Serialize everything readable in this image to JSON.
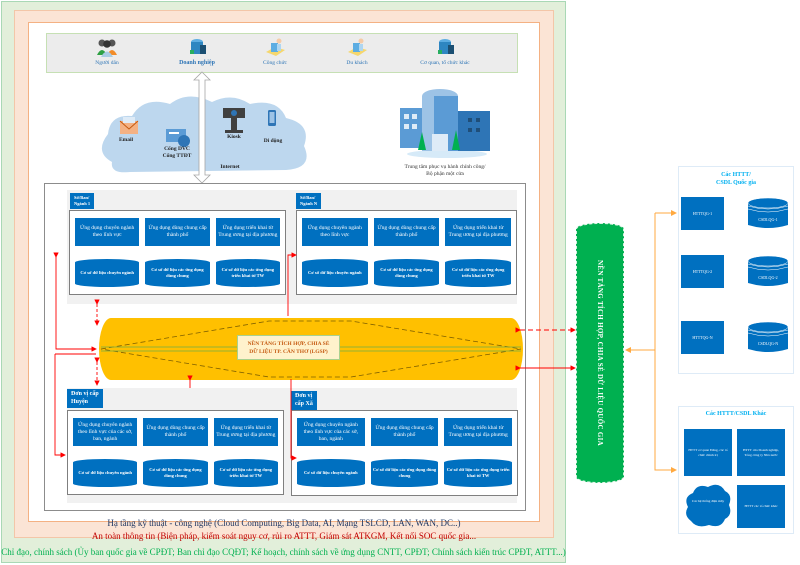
{
  "frames": {
    "infra_label": "Hạ tầng kỹ thuật - công nghệ (Cloud Computing, Big Data, AI, Mạng TSLCD, LAN, WAN, DC..)",
    "security_label": "An toàn thông tin (Biện pháp, kiểm soát nguy cơ, rủi ro ATTT, Giám sát ATKGM, Kết nối SOC quốc gia...",
    "policy_label": "Chỉ đạo, chính sách (Ủy ban quốc gia về CPĐT; Ban chỉ đạo CQĐT; Kế hoạch, chính sách về ứng dụng CNTT, CPĐT; Chính sách kiến trúc CPĐT, ATTT...)"
  },
  "actors": [
    {
      "label": "Người dân",
      "icon": "people-icon"
    },
    {
      "label": "Doanh nghiệp",
      "icon": "building-icon"
    },
    {
      "label": "Công chức",
      "icon": "officer-icon"
    },
    {
      "label": "Du khách",
      "icon": "tourist-icon"
    },
    {
      "label": "Cơ quan, tổ chức khác",
      "icon": "organization-icon"
    }
  ],
  "channels": {
    "email": "Email",
    "portal": "Cổng DVC\nCổng TTĐT",
    "kiosk": "Kiosk",
    "mobile": "Di động",
    "internet": "Internet"
  },
  "service_center": "Trung tâm phục vụ hành chính công/\nBộ phận một cửa",
  "units": [
    {
      "tag": "Sở/Ban/\nNgành 1",
      "apps": [
        "Ứng dụng chuyên ngành theo lĩnh vực",
        "Ứng dụng dùng chung cấp thành phố",
        "Ứng dụng triển khai từ Trung ương tại địa phương"
      ],
      "dbs": [
        "Cơ sở dữ liệu chuyên ngành",
        "Cơ sở dữ liệu các ứng dụng dùng chung",
        "Cơ sở dữ liệu các ứng dụng triển khai từ TW"
      ]
    },
    {
      "tag": "Sở/Ban/\nNgành N",
      "apps": [
        "Ứng dụng chuyên ngành theo lĩnh vực",
        "Ứng dụng dùng chung cấp thành phố",
        "Ứng dụng triển khai từ Trung ương tại địa phương"
      ],
      "dbs": [
        "Cơ sở dữ liệu chuyên ngành",
        "Cơ sở dữ liệu các ứng dụng dùng chung",
        "Cơ sở dữ liệu các ứng dụng triển khai từ TW"
      ]
    },
    {
      "tag": "Đơn vị cấp\nHuyện",
      "apps": [
        "Ứng dụng chuyên ngành theo lĩnh vực của các sở, ban, ngành",
        "Ứng dụng dùng chung cấp thành phố",
        "Ứng dụng triển khai từ Trung ương tại địa phương"
      ],
      "dbs": [
        "Cơ sở dữ liệu chuyên ngành",
        "Cơ sở dữ liệu các ứng dụng dùng chung",
        "Cơ sở dữ liệu các ứng dụng triển khai từ TW"
      ]
    },
    {
      "tag": "Đơn vị\ncấp Xã",
      "apps": [
        "Ứng dụng chuyên ngành theo lĩnh vực của các sở, ban, ngành",
        "Ứng dụng dùng chung cấp thành phố",
        "Ứng dụng triển khai từ Trung ương tại địa phương"
      ],
      "dbs": [
        "Cơ sở dữ liệu chuyên ngành",
        "Cơ sở dữ liệu các ứng dụng dùng chung",
        "Cơ sở dữ liệu các ứng dụng triển khai từ TW"
      ]
    }
  ],
  "lgsp": {
    "label": "NỀN TẢNG TÍCH HỢP, CHIA SẺ\nDỮ LIỆU TP. CẦN THƠ (LGSP)"
  },
  "ngsp": {
    "label": "NỀN TẢNG TÍCH HỢP, CHIA SẺ DỮ LIỆU QUỐC GIA"
  },
  "national": {
    "title": "Các HTTT/\nCSDL Quốc gia",
    "rows": [
      {
        "system": "HTTTQG-1",
        "db": "CSDLQG-1"
      },
      {
        "system": "HTTTQG-2",
        "db": "CSDLQG-2"
      },
      {
        "system": "HTTTQG-N",
        "db": "CSDLQG-N"
      }
    ]
  },
  "other": {
    "title": "Các HTTT/CSDL Khác",
    "items": [
      "HTTT cơ quan Đảng, các tổ chức chính trị",
      "HTTT của Doanh nghiệp, Tổng công ty Nhà nước",
      "Các hệ thống điện mây",
      "HTTT các tổ chức khác"
    ]
  },
  "colors": {
    "blue": "#0070c0",
    "lgsp": "#ffc000",
    "ngsp": "#00b050",
    "arrow_red": "#ff0000",
    "arrow_orange": "#ffa940"
  }
}
